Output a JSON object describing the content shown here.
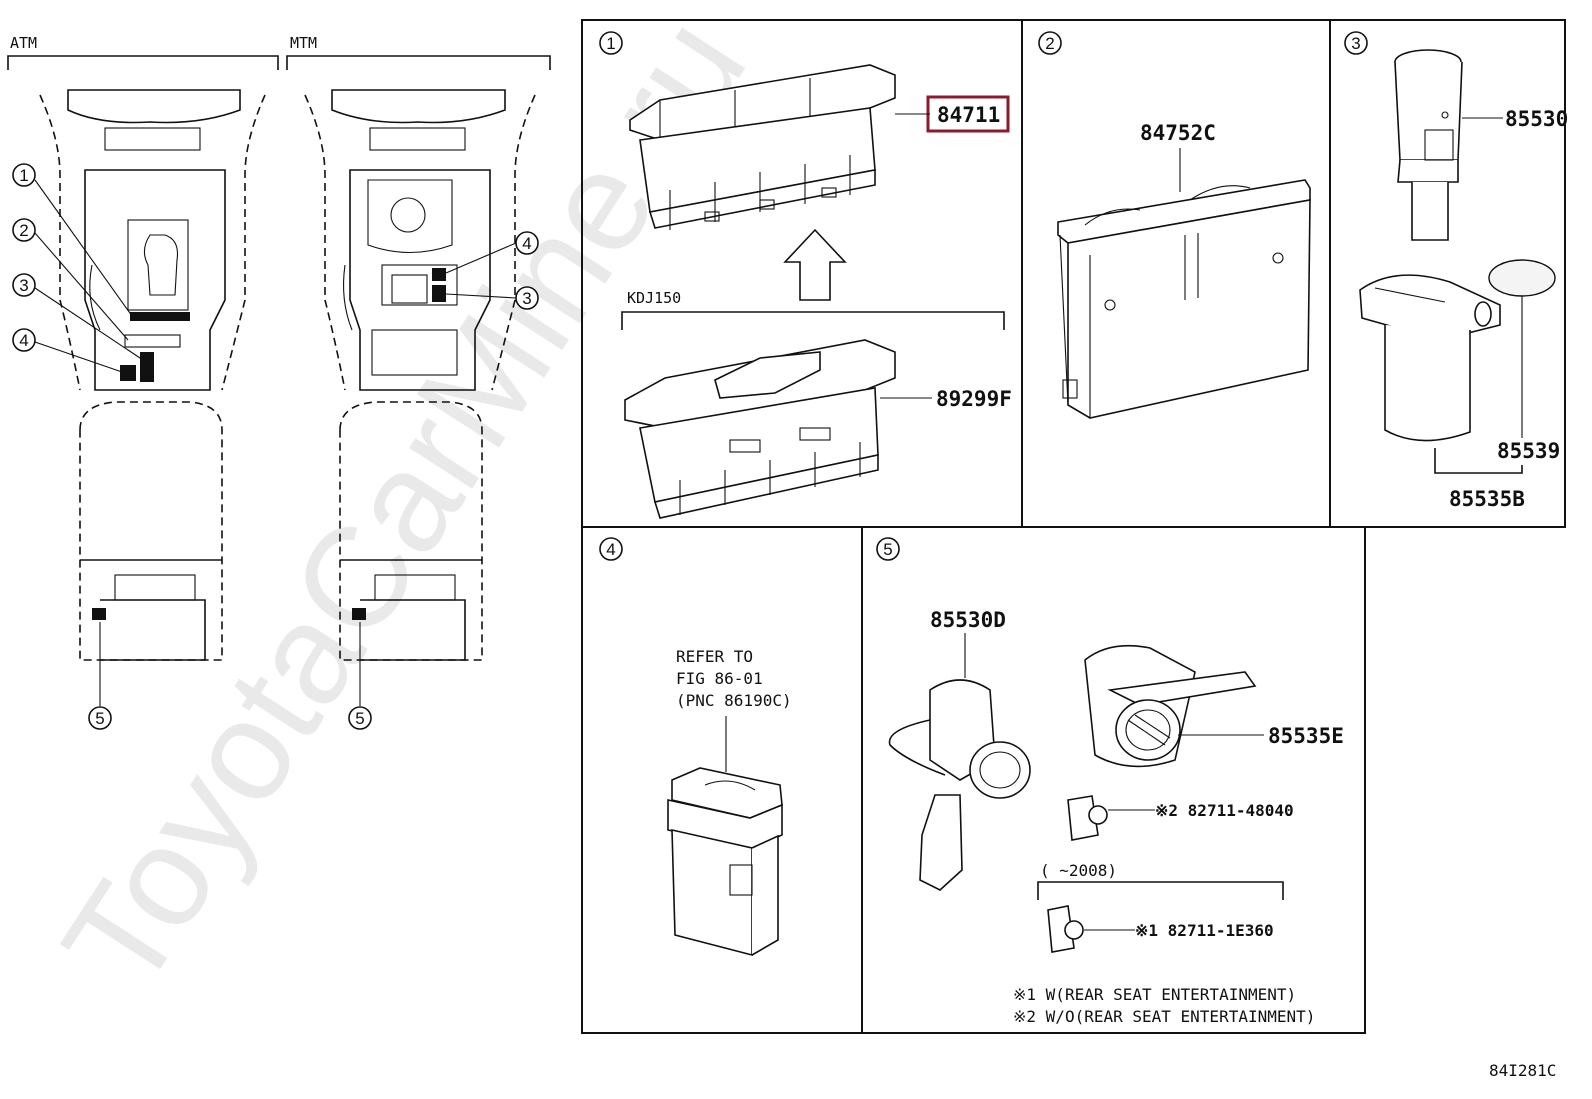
{
  "watermark": "ToyotaCarMine.ru",
  "diagram_code": "84I281C",
  "overview": {
    "atm_label": "ATM",
    "mtm_label": "MTM"
  },
  "callouts": {
    "c1": "1",
    "c2": "2",
    "c3": "3",
    "c4": "4",
    "c5": "5"
  },
  "panel1": {
    "highlighted_part": "84711",
    "variant_label": "KDJ150",
    "lower_part": "89299F"
  },
  "panel2": {
    "part": "84752C"
  },
  "panel3": {
    "part_a": "85530",
    "part_b": "85539",
    "part_c": "85535B"
  },
  "panel4": {
    "refer_line1": "REFER TO",
    "refer_line2": "FIG 86-01",
    "refer_line3": "(PNC 86190C)"
  },
  "panel5": {
    "part_a": "85530D",
    "part_b": "85535E",
    "clip2": "※2 82711-48040",
    "date_range": "(      ~2008)",
    "clip1": "※1 82711-1E360",
    "note1": "※1 W(REAR SEAT ENTERTAINMENT)",
    "note2": "※2 W/O(REAR SEAT ENTERTAINMENT)"
  }
}
